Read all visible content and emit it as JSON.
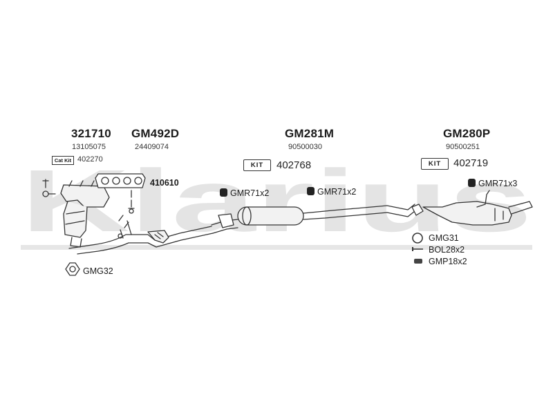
{
  "watermark": "Klarius",
  "groups": [
    {
      "part": "321710",
      "oe": "13105075"
    },
    {
      "part": "GM492D",
      "oe": "24409074"
    },
    {
      "part": "GM281M",
      "oe": "90500030"
    },
    {
      "part": "GM280P",
      "oe": "90500251"
    }
  ],
  "catkit": {
    "badge": "Cat Kit",
    "number": "402270"
  },
  "kits": [
    {
      "badge": "KIT",
      "number": "402768"
    },
    {
      "badge": "KIT",
      "number": "402719"
    }
  ],
  "gasket_kit": "410610",
  "mounts": [
    "GMR71x2",
    "GMR71x2",
    "GMR71x3"
  ],
  "hardware": {
    "ring": "GMG31",
    "bolt": "BOL28x2",
    "clamp": "GMP18x2",
    "gasket": "GMG32"
  },
  "colors": {
    "line": "#333333",
    "watermark": "#e4e4e4",
    "fill": "#f2f2f2"
  }
}
